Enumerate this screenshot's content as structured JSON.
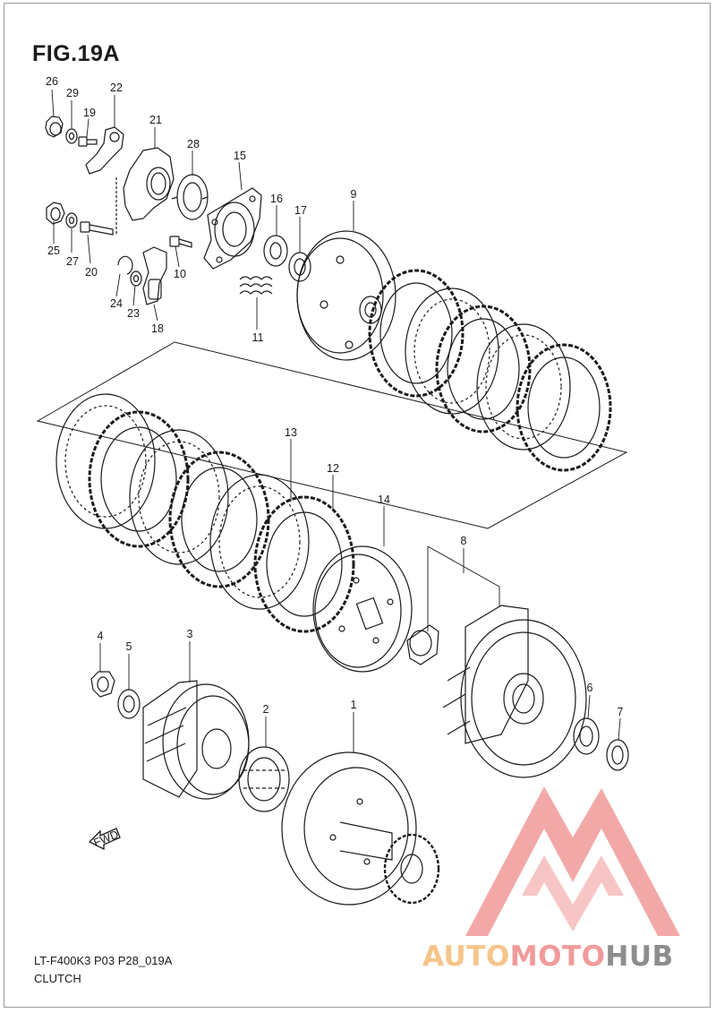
{
  "figure": {
    "title": "FIG.19A",
    "model_code": "LT-F400K3 P03 P28_019A",
    "section_name": "CLUTCH",
    "direction_marker": "FWD"
  },
  "callouts": [
    "1",
    "2",
    "3",
    "4",
    "5",
    "6",
    "7",
    "8",
    "9",
    "10",
    "11",
    "12",
    "13",
    "14",
    "15",
    "16",
    "17",
    "18",
    "19",
    "20",
    "21",
    "22",
    "23",
    "24",
    "25",
    "26",
    "27",
    "28",
    "29"
  ],
  "watermark": {
    "part1": "AUTO",
    "part2": "MOTO",
    "part3": "HUB",
    "colors": {
      "auto": "#f6c48a",
      "moto": "#f29a9a",
      "hub": "#8e8e8e",
      "logo": "#f08a8a"
    }
  }
}
